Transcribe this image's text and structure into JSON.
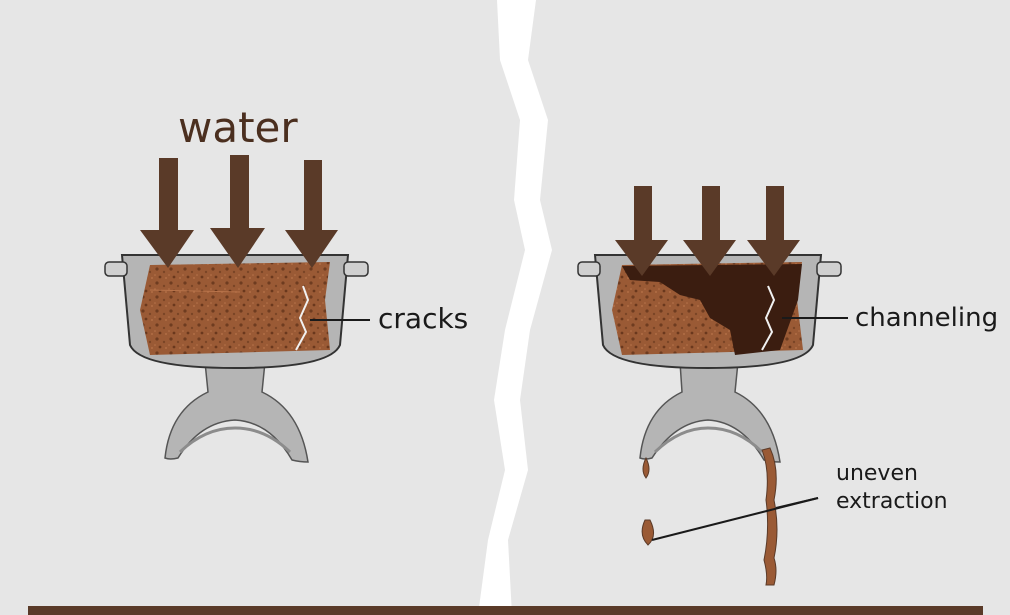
{
  "labels": {
    "water": "water",
    "cracks": "cracks",
    "channeling": "channeling",
    "uneven_line1": "uneven",
    "uneven_line2": "extraction"
  },
  "colors": {
    "background": "#e6e6e6",
    "divider": "#ffffff",
    "arrow": "#5a3a28",
    "coffee": "#9a5a35",
    "coffee_speckle": "#6e3c20",
    "channel": "#3b1d10",
    "basket": "#b5b5b5",
    "basket_dark": "#8c8c8c",
    "floor": "#5a3a28"
  }
}
